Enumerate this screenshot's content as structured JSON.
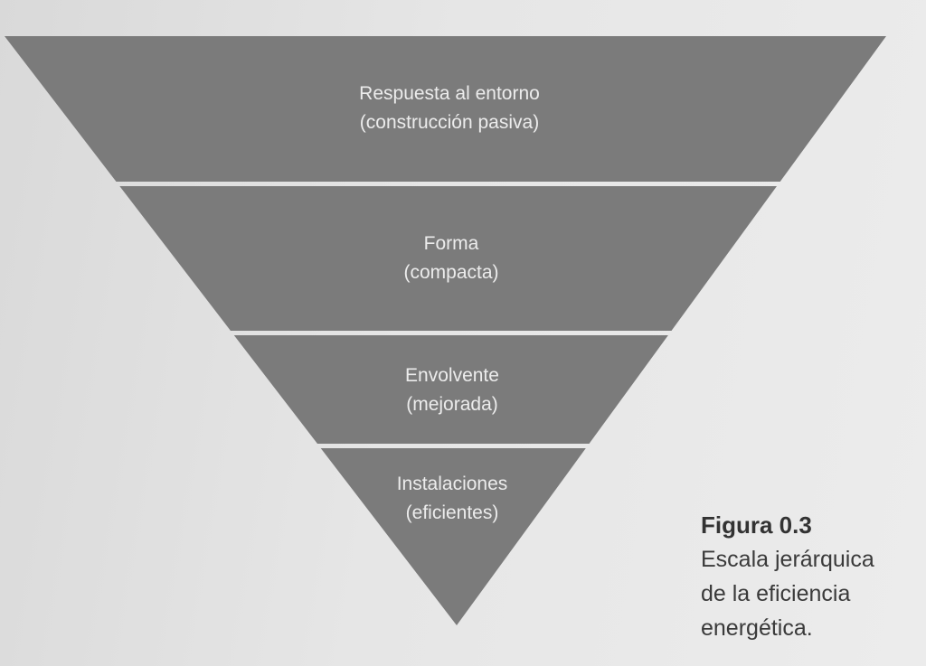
{
  "diagram": {
    "type": "inverted-pyramid",
    "fill_color": "#7b7b7b",
    "levels": [
      {
        "line1": "Respuesta al entorno",
        "line2": "(construcción pasiva)"
      },
      {
        "line1": "Forma",
        "line2": "(compacta)"
      },
      {
        "line1": "Envolvente",
        "line2": "(mejorada)"
      },
      {
        "line1": "Instalaciones",
        "line2": "(eficientes)"
      }
    ]
  },
  "caption": {
    "title": "Figura 0.3",
    "lines": [
      "Escala jerárquica",
      "de la eficiencia",
      "energética."
    ]
  }
}
